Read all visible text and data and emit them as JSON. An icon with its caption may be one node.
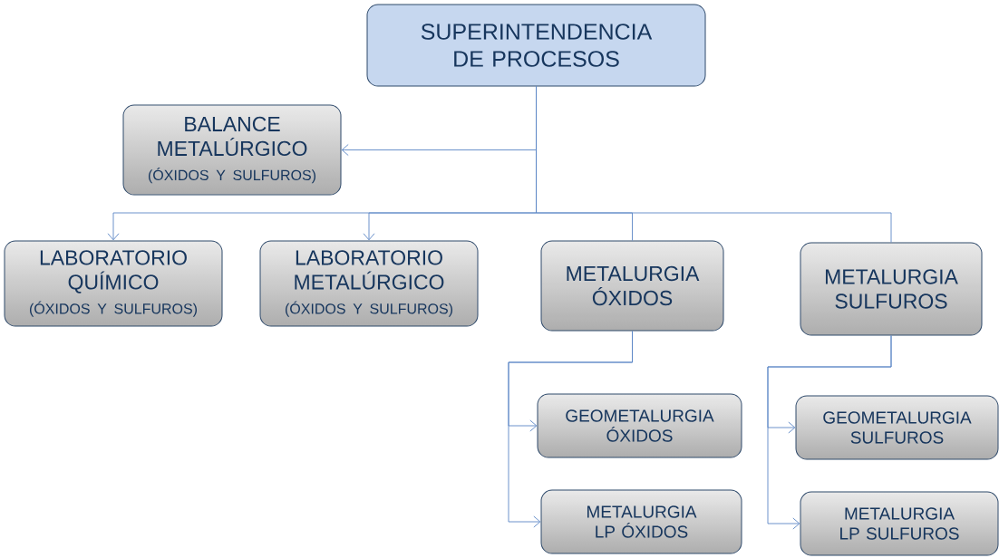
{
  "diagram": {
    "nodes": [
      {
        "text": [
          "SUPERINTENDENCIA DE PROCESOS"
        ]
      },
      {
        "text": [
          "BALANCE METALÚRGICO",
          "(ÓXIDOS Y SULFUROS)"
        ]
      },
      {
        "text": [
          "LABORATORIO QUÍMICO",
          "(ÓXIDOS Y SULFUROS)"
        ]
      },
      {
        "text": [
          "LABORATORIO METALÚRGICO",
          "(ÓXIDOS Y SULFUROS)"
        ]
      },
      {
        "text": [
          "METALURGIA ÓXIDOS"
        ]
      },
      {
        "text": [
          "METALURGIA SULFUROS"
        ]
      },
      {
        "text": [
          "GEOMETALURGIA ÓXIDOS"
        ]
      },
      {
        "text": [
          "METALURGIA LP ÓXIDOS"
        ]
      },
      {
        "text": [
          "GEOMETALURGIA SULFUROS"
        ]
      },
      {
        "text": [
          "METALURGIA LP SULFUROS"
        ]
      }
    ],
    "edges": [
      {
        "from": 0,
        "to": 1,
        "arrow": "to"
      },
      {
        "from": 0,
        "to": 2,
        "arrow": "to"
      },
      {
        "from": 0,
        "to": 3,
        "arrow": "to"
      },
      {
        "from": 0,
        "to": 4,
        "arrow": "none"
      },
      {
        "from": 0,
        "to": 5,
        "arrow": "none"
      },
      {
        "from": 4,
        "to": 6,
        "arrow": "to"
      },
      {
        "from": 4,
        "to": 7,
        "arrow": "to"
      },
      {
        "from": 5,
        "to": 8,
        "arrow": "to"
      },
      {
        "from": 5,
        "to": 9,
        "arrow": "to"
      }
    ]
  }
}
